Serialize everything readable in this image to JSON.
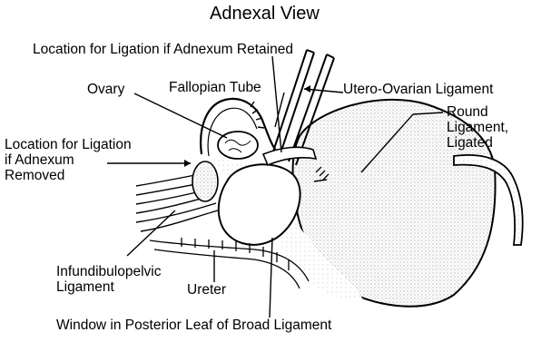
{
  "title": "Adnexal View",
  "labels": {
    "ligation_retained": "Location for Ligation if Adnexum Retained",
    "ovary": "Ovary",
    "fallopian_tube": "Fallopian Tube",
    "utero_ovarian": "Utero-Ovarian Ligament",
    "round_ligament_1": "Round",
    "round_ligament_2": "Ligament,",
    "round_ligament_3": "Ligated",
    "ligation_removed_1": "Location for Ligation",
    "ligation_removed_2": "if Adnexum",
    "ligation_removed_3": "Removed",
    "infundibulopelvic_1": "Infundibulopelvic",
    "infundibulopelvic_2": "Ligament",
    "ureter": "Ureter",
    "window": "Window in Posterior Leaf of Broad Ligament"
  },
  "colors": {
    "ink": "#000000",
    "background": "#ffffff",
    "stipple": "#9a9a9a"
  }
}
